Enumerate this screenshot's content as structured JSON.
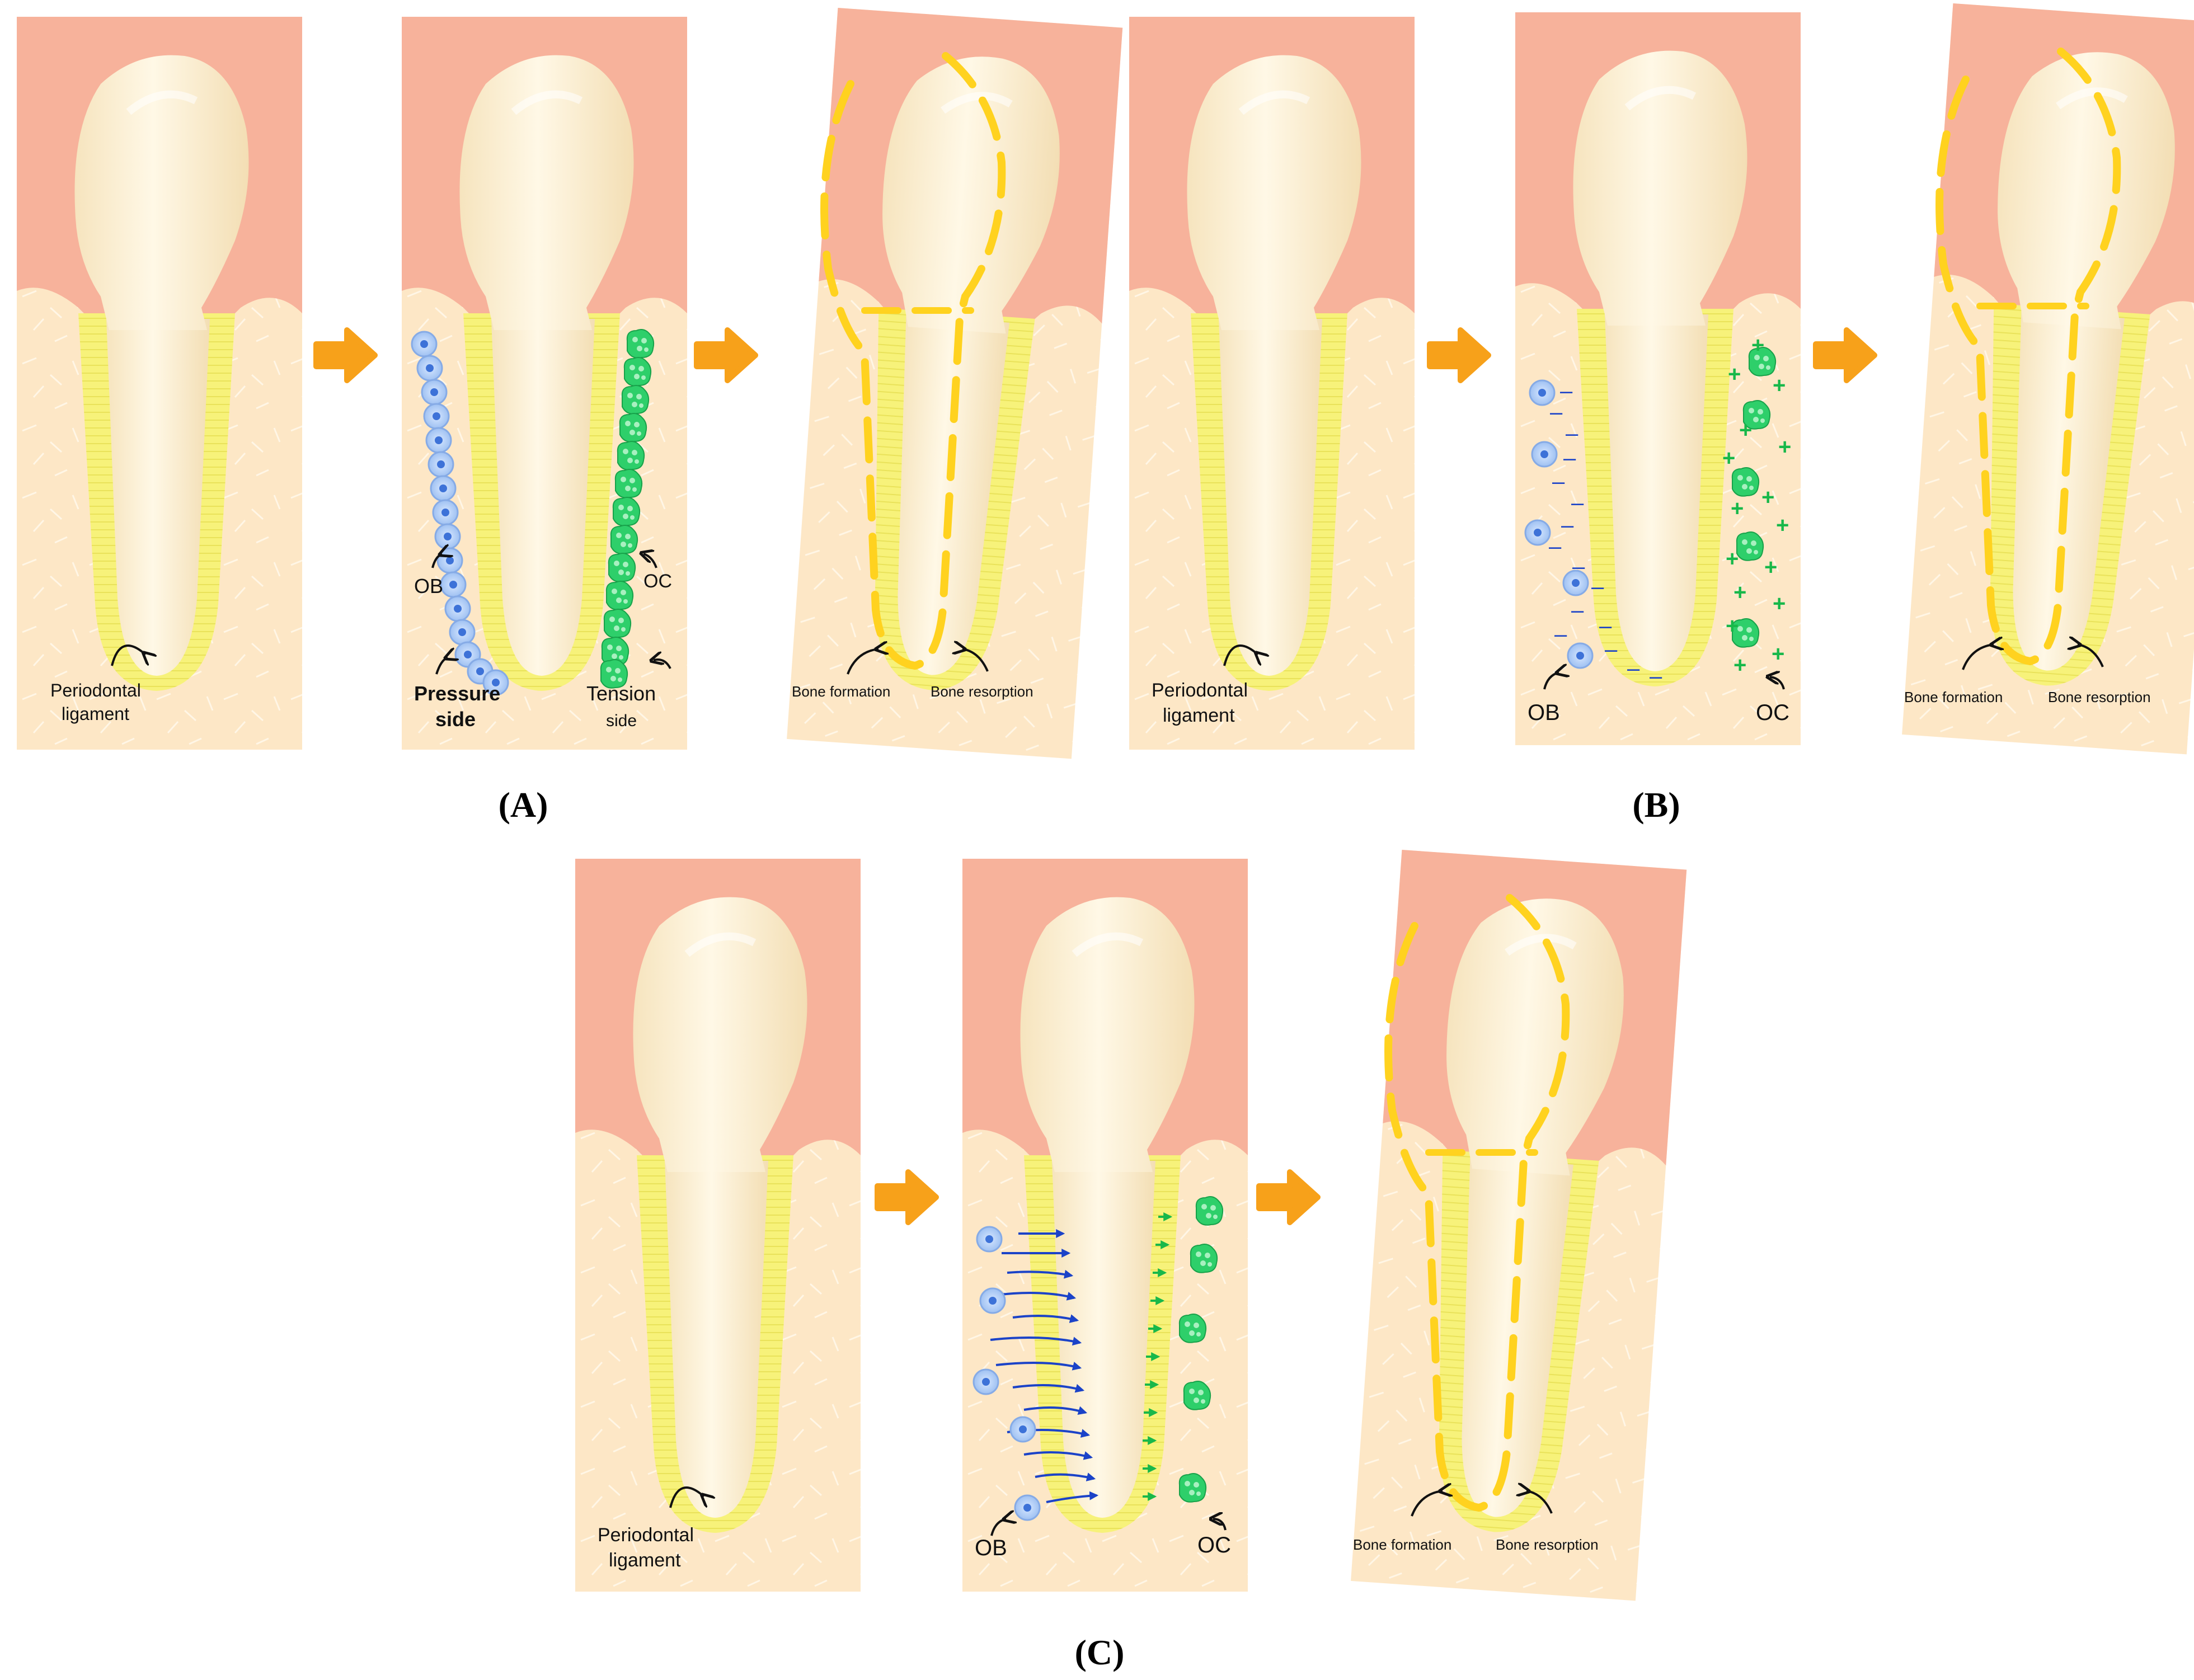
{
  "figure": {
    "panel_labels": {
      "a": "A",
      "b": "B",
      "c": "C"
    },
    "colors": {
      "gum": "#F7B29B",
      "bone": "#FDE7C6",
      "tooth": "#FCEFD0",
      "ligament": "#F7F27A",
      "dash_outline": "#FFD21F",
      "arrow": "#F7A11A",
      "osteoblast": "#A9C9F5",
      "osteoclast": "#2ECF6A",
      "charge_negative": "#1B43C8",
      "charge_positive": "#18B84A"
    },
    "labels": {
      "periodontal_ligament_line1": "Periodontal",
      "periodontal_ligament_line2": "ligament",
      "ob": "OB",
      "oc": "OC",
      "pressure_side_line1": "Pressure",
      "pressure_side_line2": "side",
      "tension_side_line1": "Tension",
      "tension_side_line2": "side",
      "bone_formation": "Bone formation",
      "bone_resorption": "Bone resorption",
      "negative_charge": "–",
      "positive_charge": "+"
    }
  }
}
